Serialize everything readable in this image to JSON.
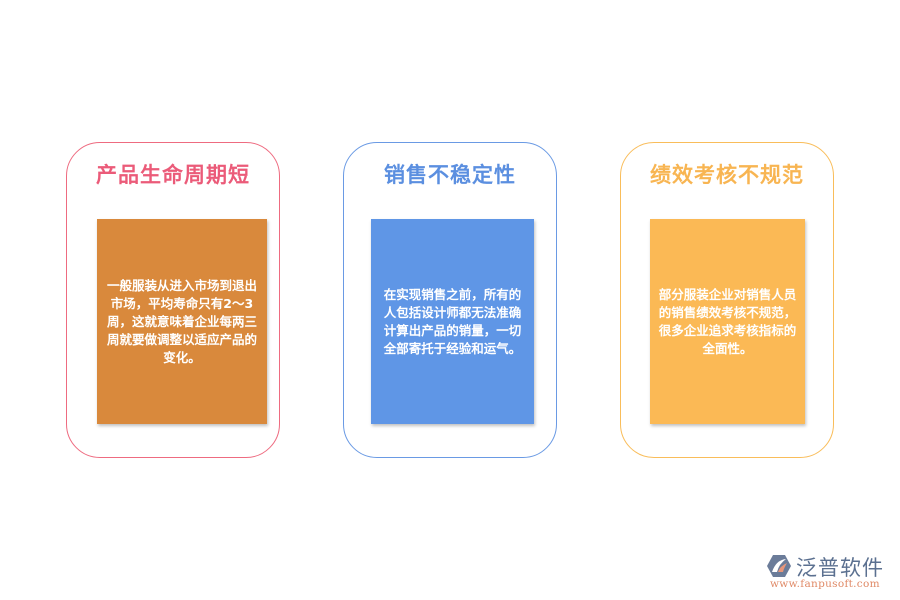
{
  "cards": [
    {
      "title": "产品生命周期短",
      "text": "一般服装从进入市场到退出市场，平均寿命只有2～3周，这就意味着企业每两三周就要做调整以适应产品的变化。",
      "accent": "#eb5b79",
      "box_color": "#d9893c"
    },
    {
      "title": "销售不稳定性",
      "text": "在实现销售之前，所有的人包括设计师都无法准确计算出产品的销量，一切全部寄托于经验和运气。",
      "accent": "#5b8fe0",
      "box_color": "#5f96e6"
    },
    {
      "title": "绩效考核不规范",
      "text": "部分服装企业对销售人员的销售绩效考核不规范，很多企业追求考核指标的全面性。",
      "accent": "#f8b552",
      "box_color": "#fbb955"
    }
  ],
  "logo": {
    "name": "泛普软件",
    "url": "www.fanpusoft.com"
  }
}
